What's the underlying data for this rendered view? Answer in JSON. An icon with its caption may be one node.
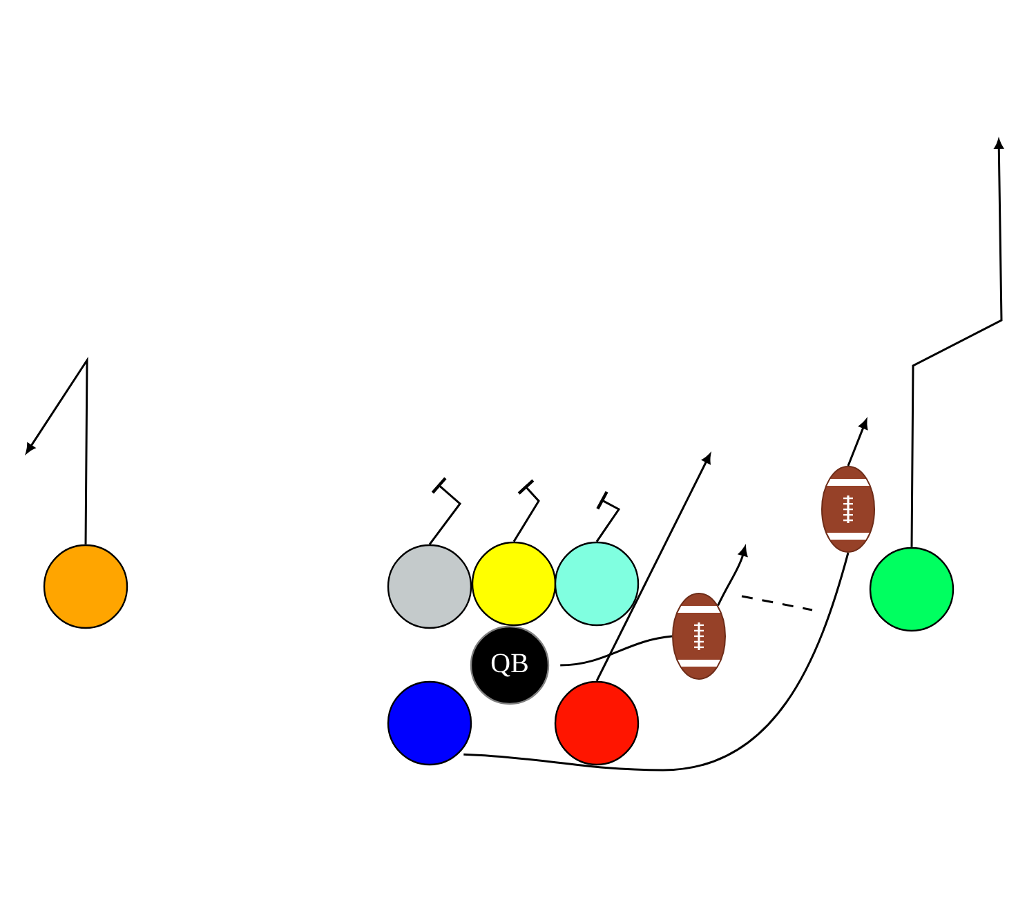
{
  "diagram": {
    "nodes": [
      {
        "text": [],
        "shape": "circle"
      },
      {
        "text": [],
        "shape": "circle"
      },
      {
        "text": [],
        "shape": "circle"
      },
      {
        "text": [],
        "shape": "circle"
      },
      {
        "text": [
          "QB"
        ]
      },
      {
        "text": [],
        "shape": "circle"
      },
      {
        "text": [],
        "shape": "circle"
      },
      {
        "text": [],
        "shape": "circle"
      },
      {
        "text": [],
        "shape": "picture"
      },
      {
        "text": [],
        "shape": "picture"
      }
    ],
    "edges": [
      {
        "from": 0,
        "to": null,
        "arrow": "to"
      },
      {
        "from": 1,
        "to": null,
        "arrow": "other"
      },
      {
        "from": 2,
        "to": null,
        "arrow": "other"
      },
      {
        "from": 3,
        "to": null,
        "arrow": "other"
      },
      {
        "from": 6,
        "to": null,
        "arrow": "to"
      },
      {
        "from": 7,
        "to": null,
        "arrow": "to"
      },
      {
        "from": 4,
        "to": 8,
        "arrow": "none"
      },
      {
        "from": 8,
        "to": null,
        "arrow": "to"
      },
      {
        "from": 5,
        "to": 9,
        "arrow": "none"
      },
      {
        "from": 9,
        "to": null,
        "arrow": "to"
      }
    ]
  }
}
